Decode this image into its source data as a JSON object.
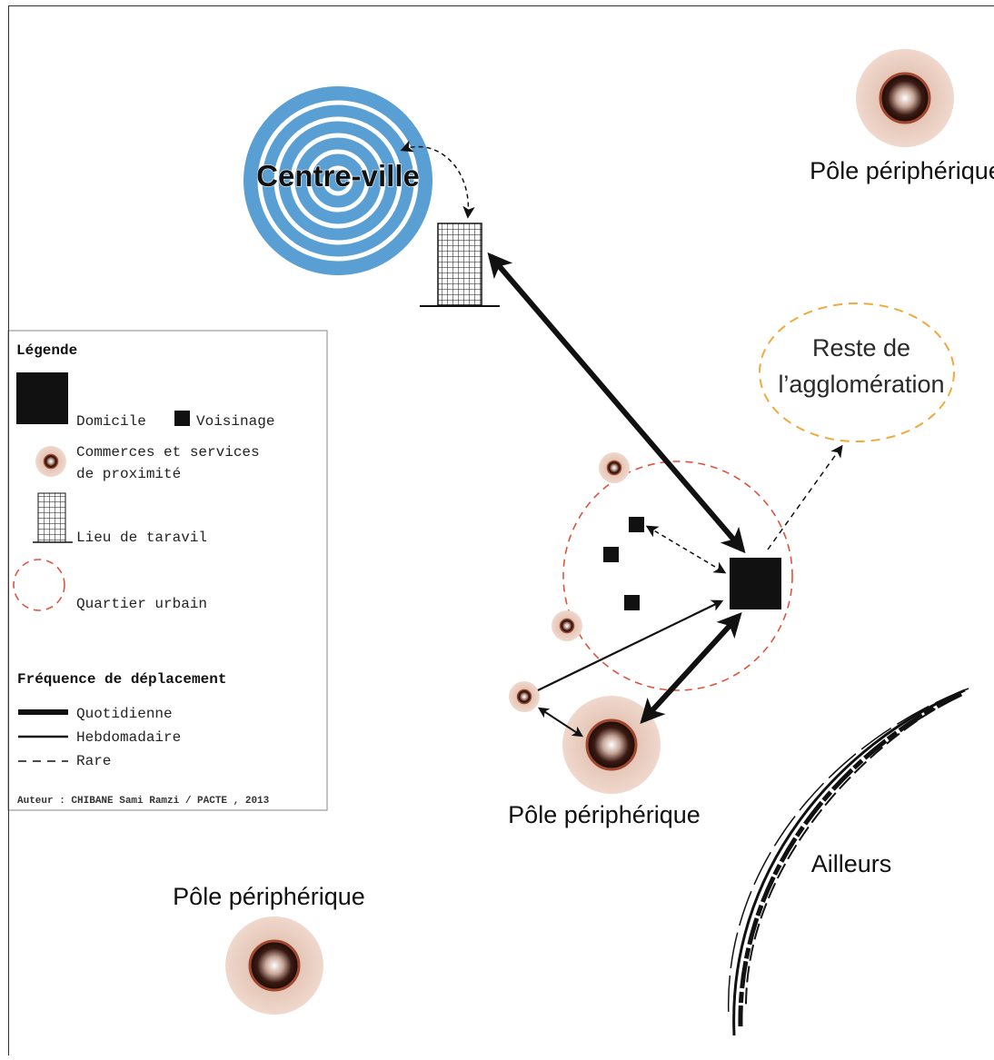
{
  "labels": {
    "centre_ville": "Centre-ville",
    "pole_top_right": "Pôle périphérique",
    "pole_center": "Pôle périphérique",
    "pole_bottom_left": "Pôle périphérique",
    "reste_line1": "Reste de",
    "reste_line2": "l’agglomération",
    "ailleurs": "Ailleurs"
  },
  "legend": {
    "title": "Légende",
    "domicile": "Domicile",
    "voisinage": "Voisinage",
    "commerces_line1": "Commerces et services",
    "commerces_line2": "de proximité",
    "travail": "Lieu de taravil",
    "quartier": "Quartier urbain",
    "freq_title": "Fréquence de déplacement",
    "quotidienne": "Quotidienne",
    "hebdomadaire": "Hebdomadaire",
    "rare": "Rare",
    "author": "Auteur : CHIBANE Sami Ramzi / PACTE , 2013"
  },
  "colors": {
    "centre_blue": "#5a9fd4",
    "quartier_red": "#e0533a",
    "reste_orange": "#f2a93b",
    "pole_halo": "#e9cbbd",
    "pole_ring": "#a0472d",
    "ink": "#111111"
  }
}
